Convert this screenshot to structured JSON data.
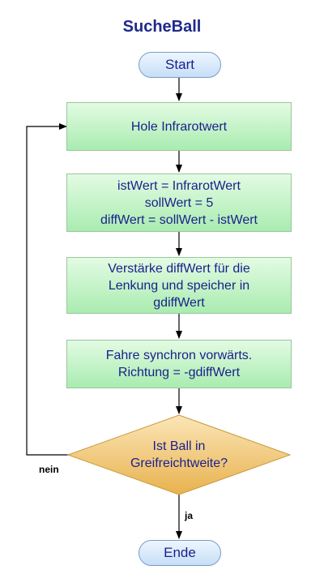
{
  "title": "SucheBall",
  "start": {
    "label": "Start"
  },
  "end": {
    "label": "Ende"
  },
  "steps": [
    {
      "lines": [
        "Hole Infrarotwert"
      ]
    },
    {
      "lines": [
        "istWert = InfrarotWert",
        "sollWert = 5",
        "diffWert = sollWert - istWert"
      ]
    },
    {
      "lines": [
        "Verstärke diffWert für die",
        "Lenkung und speicher in",
        "gdiffWert"
      ]
    },
    {
      "lines": [
        "Fahre synchron vorwärts.",
        "Richtung = -gdiffWert"
      ]
    }
  ],
  "decision": {
    "lines": [
      "Ist Ball in",
      "Greifreichtweite?"
    ]
  },
  "edges": {
    "no_label": "nein",
    "yes_label": "ja"
  },
  "colors": {
    "text": "#1a1f8c",
    "process_fill_top": "#e3fbe3",
    "process_fill_bottom": "#a9ecb0",
    "terminal_fill_top": "#eef6ff",
    "terminal_fill_bottom": "#c6def7",
    "decision_fill_top": "#fbe6b8",
    "decision_fill_bottom": "#e8b24e"
  }
}
